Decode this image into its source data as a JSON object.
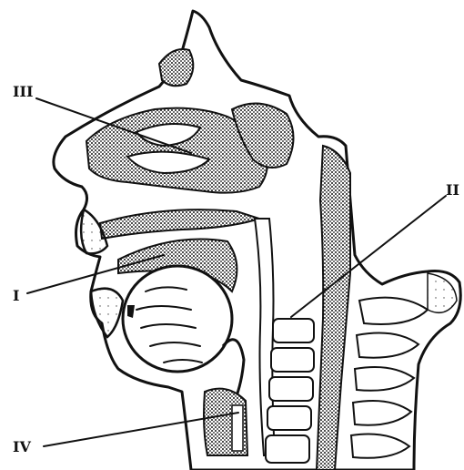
{
  "labels": {
    "I": "I",
    "II": "II",
    "III": "III",
    "IV": "IV"
  },
  "colors": {
    "ink": "#111111",
    "paper": "#ffffff",
    "stipple": "#3a3a3a"
  }
}
